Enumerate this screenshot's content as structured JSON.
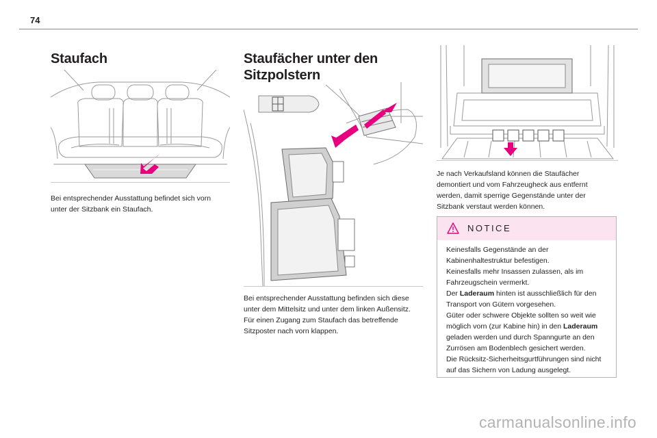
{
  "page": {
    "number": "74"
  },
  "col1": {
    "heading": "Staufach",
    "text": [
      "Bei entsprechender Ausstattung befindet sich vorn",
      "unter der Sitzbank ein Staufach."
    ]
  },
  "col2": {
    "heading_line1": "Staufächer unter den",
    "heading_line2": "Sitzpolstern",
    "text": [
      "Bei entsprechender Ausstattung befinden sich diese",
      "unter dem Mittelsitz und unter dem linken Außensitz.",
      "Für einen Zugang zum Staufach das betreffende",
      "Sitzposter nach vorn klappen."
    ]
  },
  "col3": {
    "text": [
      "Je nach Verkaufsland können die Staufächer",
      "demontiert und vom Fahrzeugheck aus entfernt",
      "werden, damit sperrige Gegenstände unter der",
      "Sitzbank verstaut werden können."
    ],
    "notice": {
      "title": "NOTICE",
      "icon": "warning-triangle-icon",
      "lines": [
        {
          "text": "Keinesfalls Gegenstände an der"
        },
        {
          "text": "Kabinenhaltestruktur befestigen."
        },
        {
          "text": "Keinesfalls mehr Insassen zulassen, als im"
        },
        {
          "text": "Fahrzeugschein vermerkt."
        },
        {
          "before": "Der ",
          "bold": "Laderaum",
          "after": " hinten ist ausschließlich für den"
        },
        {
          "text": "Transport von Gütern vorgesehen."
        },
        {
          "text": "Güter oder schwere Objekte sollten so weit wie"
        },
        {
          "before": "möglich vorn (zur Kabine hin) in den ",
          "bold": "Laderaum",
          "after": ""
        },
        {
          "text": "geladen werden und durch Spanngurte an den"
        },
        {
          "text": "Zurrösen am Bodenblech gesichert werden."
        },
        {
          "text": "Die Rücksitz-Sicherheitsgurtführungen sind nicht"
        },
        {
          "text": "auf das Sichern von Ladung ausgelegt."
        }
      ]
    }
  },
  "watermark": "carmanualsonline.info",
  "colors": {
    "accent_magenta": "#e6007e",
    "notice_bg": "#fbe3ef",
    "text": "#231f20"
  }
}
